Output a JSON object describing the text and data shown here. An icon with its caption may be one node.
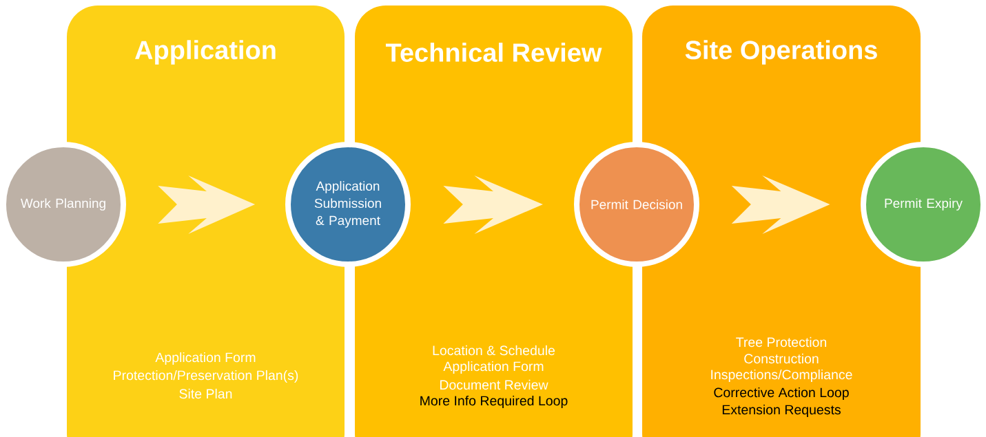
{
  "diagram": {
    "nodes": [
      {
        "text": [
          "Work Planning"
        ]
      },
      {
        "text": [
          "Application",
          "Application Form",
          "Protection/Preservation Plan(s)",
          "Site Plan"
        ]
      },
      {
        "text": [
          "Application Submission & Payment"
        ]
      },
      {
        "text": [
          "Technical Review",
          "Location & Schedule",
          "Application Form",
          "Document Review",
          "More Info Required Loop"
        ]
      },
      {
        "text": [
          "Permit Decision"
        ]
      },
      {
        "text": [
          "Site Operations",
          "Tree Protection",
          "Construction",
          "Inspections/Compliance",
          "Corrective Action Loop",
          "Extension Requests"
        ]
      },
      {
        "text": [
          "Permit Expiry"
        ]
      }
    ],
    "edges": [
      {
        "from": 0,
        "to": 2,
        "arrow": "to"
      },
      {
        "from": 2,
        "to": 4,
        "arrow": "to"
      },
      {
        "from": 4,
        "to": 6,
        "arrow": "to"
      }
    ]
  }
}
